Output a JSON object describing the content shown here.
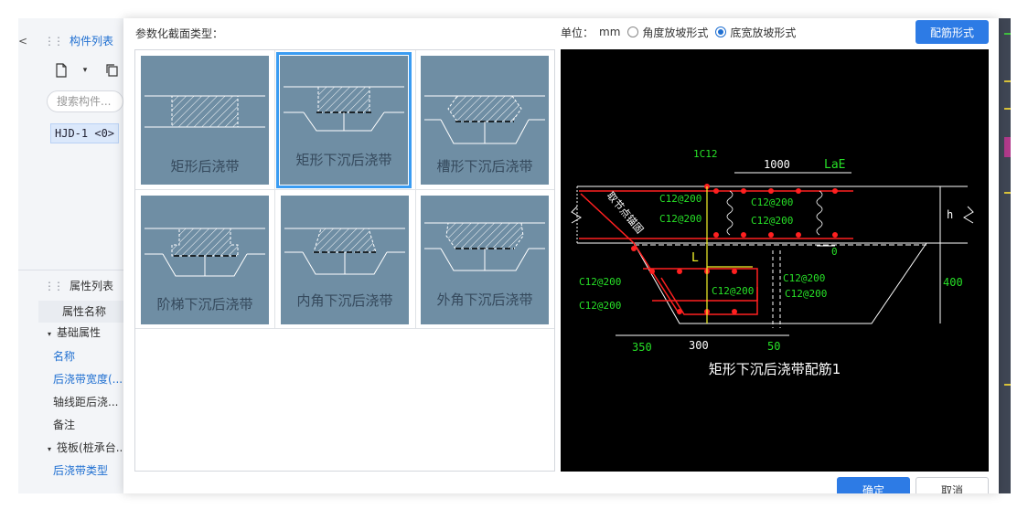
{
  "left_panel": {
    "collapse_glyph": "<",
    "component_list_tab": "构件列表",
    "search_placeholder": "搜索构件...",
    "component_chip": "HJD-1 <0>",
    "property_list_tab": "属性列表",
    "property_header": "属性名称",
    "groups": [
      {
        "label": "基础属性",
        "items": [
          "名称",
          "后浇带宽度(...",
          "轴线距后浇...",
          "备注"
        ]
      },
      {
        "label": "筏板(桩承台...",
        "items": [
          "后浇带类型"
        ]
      }
    ],
    "icons": [
      "new-file-icon",
      "dropdown-caret-icon",
      "copy-icon"
    ]
  },
  "dialog": {
    "section_title": "参数化截面类型：",
    "unit_label": "单位：",
    "unit_value": "mm",
    "radio_options": [
      {
        "label": "角度放坡形式",
        "checked": false
      },
      {
        "label": "底宽放坡形式",
        "checked": true
      }
    ],
    "rebar_button": "配筋形式",
    "ok_button": "确定",
    "cancel_button": "取消",
    "section_types": [
      {
        "label": "矩形后浇带",
        "selected": false
      },
      {
        "label": "矩形下沉后浇带",
        "selected": true
      },
      {
        "label": "槽形下沉后浇带",
        "selected": false
      },
      {
        "label": "阶梯下沉后浇带",
        "selected": false
      },
      {
        "label": "内角下沉后浇带",
        "selected": false
      },
      {
        "label": "外角下沉后浇带",
        "selected": false
      }
    ]
  },
  "preview": {
    "caption": "矩形下沉后浇带配筋1",
    "labels": {
      "top_rebar": "1C12",
      "dim_1000": "1000",
      "lae": "LaE",
      "rebar_a": "C12@200",
      "rebar_b": "C12@200",
      "rebar_c": "C12@200",
      "rebar_d": "C12@200",
      "rebar_e": "C12@200",
      "rebar_f": "C12@200",
      "rebar_g": "C12@200",
      "rebar_h": "C12@200",
      "rebar_i": "C12@200",
      "h": "h",
      "zero": "0",
      "l": "L",
      "dim_400": "400",
      "dim_350": "350",
      "dim_300": "300",
      "dim_50": "50",
      "note": "取节点锚固"
    },
    "colors": {
      "red": "#ff2020",
      "green": "#27e027",
      "yellow": "#f5f52a",
      "white": "#ffffff"
    }
  }
}
